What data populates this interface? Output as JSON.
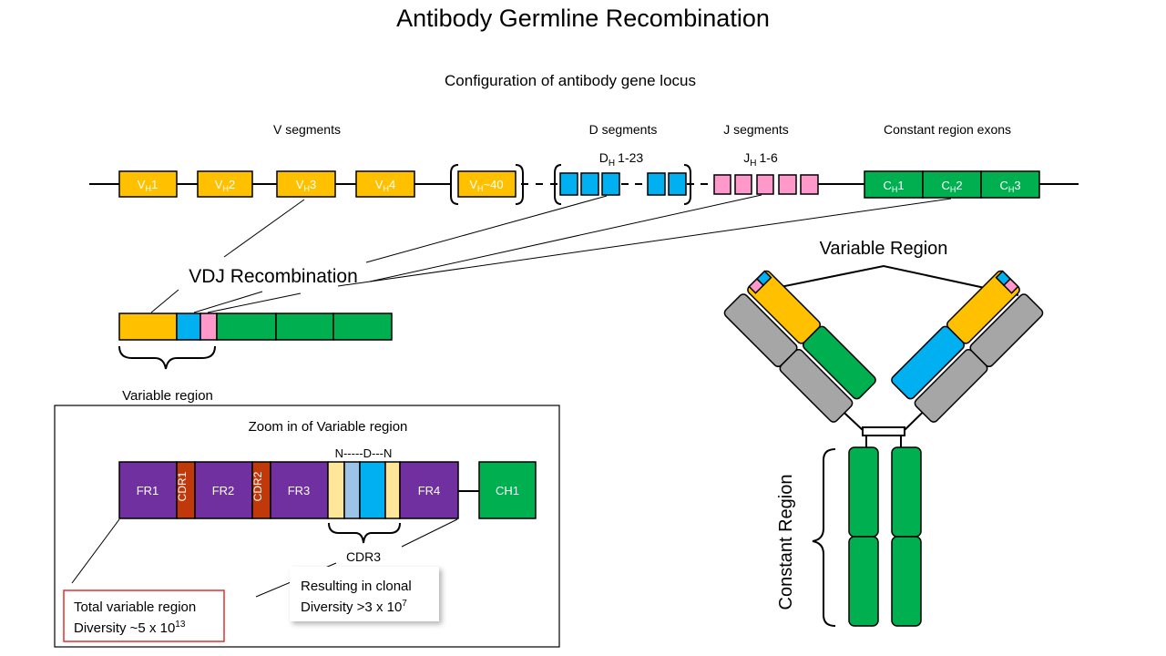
{
  "title": "Antibody Germline Recombination",
  "locus_heading": "Configuration of antibody gene locus",
  "segment_headings": {
    "v": "V segments",
    "d": "D segments",
    "j": "J segments",
    "c": "Constant region exons"
  },
  "d_range": {
    "sym": "D",
    "sub": "H",
    "range": "1-23"
  },
  "j_range": {
    "sym": "J",
    "sub": "H",
    "range": "1-6"
  },
  "v_genes": [
    {
      "sym": "V",
      "sub": "H",
      "num": "1"
    },
    {
      "sym": "V",
      "sub": "H",
      "num": "2"
    },
    {
      "sym": "V",
      "sub": "H",
      "num": "3"
    },
    {
      "sym": "V",
      "sub": "H",
      "num": "4"
    },
    {
      "sym": "V",
      "sub": "H",
      "num": "~40"
    }
  ],
  "c_exons": [
    {
      "sym": "C",
      "sub": "H",
      "num": "1"
    },
    {
      "sym": "C",
      "sub": "H",
      "num": "2"
    },
    {
      "sym": "C",
      "sub": "H",
      "num": "3"
    }
  ],
  "vdj_label": "VDJ Recombination",
  "variable_region_label": "Variable region",
  "zoom_title": "Zoom in of Variable region",
  "zoom_segments": {
    "fr1": "FR1",
    "cdr1": "CDR1",
    "fr2": "FR2",
    "cdr2": "CDR2",
    "fr3": "FR3",
    "fr4": "FR4",
    "ch1": "CH1"
  },
  "ndn_label": "N-----D---N",
  "cdr3_label": "CDR3",
  "total_diversity": {
    "line1": "Total variable region",
    "line2": "Diversity ~5 x 10",
    "exp": "13"
  },
  "clonal_diversity": {
    "line1": "Resulting in clonal",
    "line2": "Diversity >3 x 10",
    "exp": "7"
  },
  "antibody_variable_label": "Variable Region",
  "antibody_constant_label": "Constant Region",
  "colors": {
    "v": "#FFC000",
    "d": "#00B0F0",
    "j": "#FF99CC",
    "c": "#00B050",
    "fr": "#7030A0",
    "cdr": "#C0390B",
    "n": "#FFE699",
    "d_light": "#9DC3E6",
    "heavy_constant": "#A6A6A6",
    "red_box": "#E03030"
  }
}
